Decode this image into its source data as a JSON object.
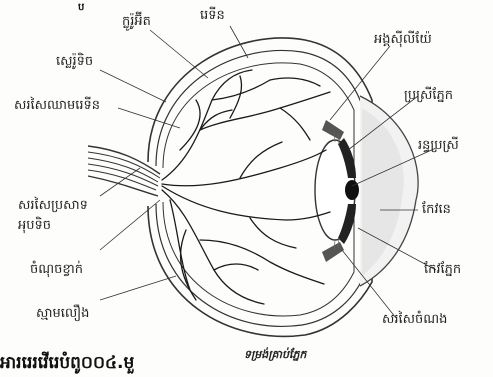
{
  "labels": {
    "retina": "រេទីន",
    "choroid": "ក្លូរ៉ូអ៊ីត",
    "sclera": "ស្លេរ៉ូទិច",
    "retinal_blood_vessels": "សរសៃឈាមរេទីន",
    "optic_nerve": "សរសៃប្រសាទ អុបទិច",
    "blind_spot": "ចំណុចខ្វាក់",
    "vitreous_humor": "ស្មាមលឿង",
    "ciliary_body": "អង្គស៊ីលីយ៉ែ",
    "iris": "ប្រស្រីភ្នែក",
    "pupil": "រន្ធប្រស្រី",
    "cornea": "កែវនេ",
    "lens": "កែវភ្នែក",
    "suspensory_ligaments": "សរសៃចំណង"
  },
  "caption": "ទម្រង់គ្រាប់ភ្នែក",
  "bottom_text": "អាររេរ​វើរេបំពូ០០៤.មួ",
  "corner_mark": "ប"
}
